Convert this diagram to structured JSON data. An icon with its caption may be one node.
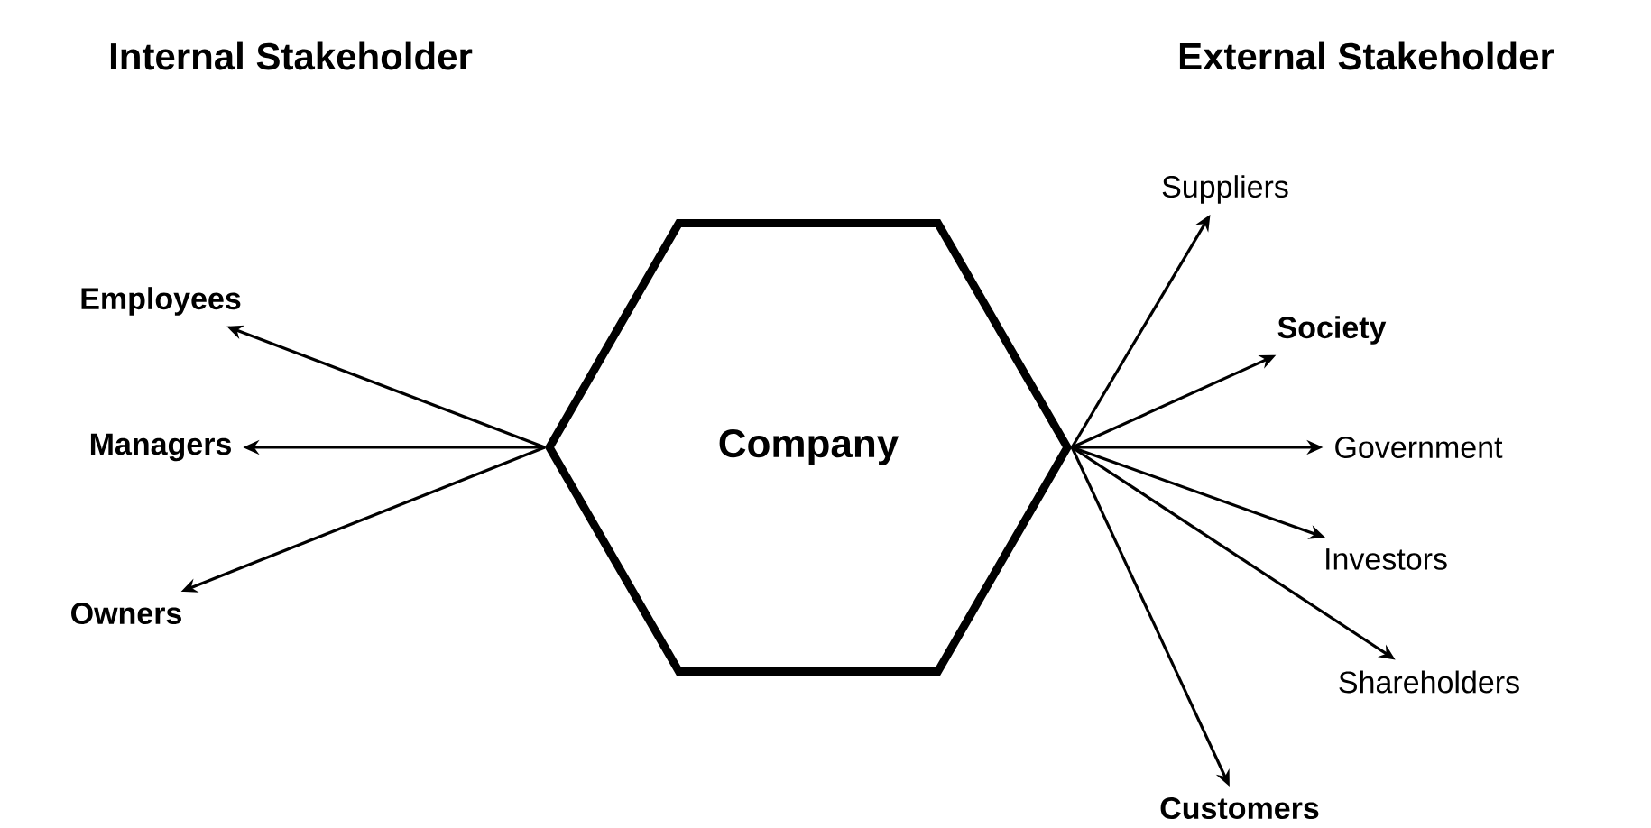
{
  "diagram": {
    "nodes": [
      {
        "text": [
          "Company"
        ]
      },
      {
        "text": [
          "Employees"
        ]
      },
      {
        "text": [
          "Managers"
        ]
      },
      {
        "text": [
          "Owners"
        ]
      },
      {
        "text": [
          "Suppliers"
        ]
      },
      {
        "text": [
          "Society"
        ]
      },
      {
        "text": [
          "Government"
        ]
      },
      {
        "text": [
          "Investors"
        ]
      },
      {
        "text": [
          "Shareholders"
        ]
      },
      {
        "text": [
          "Customers"
        ]
      }
    ],
    "edges": [
      {
        "from": 0,
        "to": 1,
        "arrow": "to"
      },
      {
        "from": 0,
        "to": 2,
        "arrow": "to"
      },
      {
        "from": 0,
        "to": 3,
        "arrow": "to"
      },
      {
        "from": 0,
        "to": 4,
        "arrow": "to"
      },
      {
        "from": 0,
        "to": 5,
        "arrow": "to"
      },
      {
        "from": 0,
        "to": 6,
        "arrow": "to"
      },
      {
        "from": 0,
        "to": 7,
        "arrow": "to"
      },
      {
        "from": 0,
        "to": 8,
        "arrow": "to"
      },
      {
        "from": 0,
        "to": 9,
        "arrow": "to"
      }
    ],
    "labels": [
      "Internal Stakeholder",
      "External Stakeholder"
    ]
  }
}
